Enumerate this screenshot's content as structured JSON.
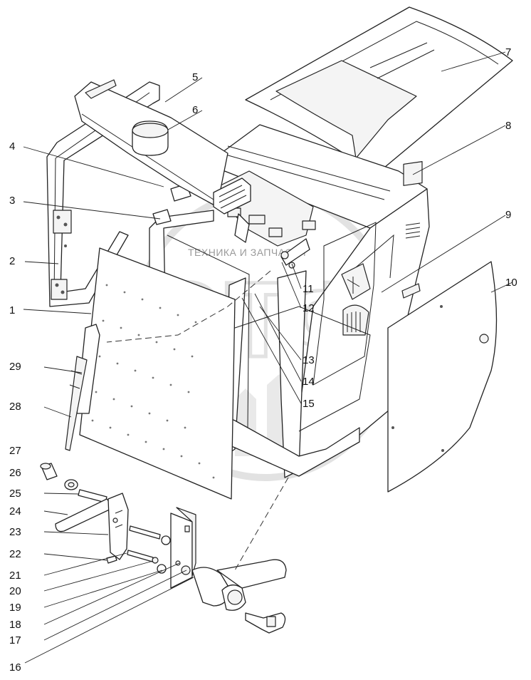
{
  "watermark": {
    "text": "ТЕХНИКА И ЗАПЧАСТИ",
    "logo_letters": "ЭТФ"
  },
  "callouts": [
    {
      "label": "1"
    },
    {
      "label": "2"
    },
    {
      "label": "3"
    },
    {
      "label": "4"
    },
    {
      "label": "5"
    },
    {
      "label": "6"
    },
    {
      "label": "7"
    },
    {
      "label": "8"
    },
    {
      "label": "9"
    },
    {
      "label": "10"
    },
    {
      "label": "11"
    },
    {
      "label": "12"
    },
    {
      "label": "13"
    },
    {
      "label": "14"
    },
    {
      "label": "15"
    },
    {
      "label": "16"
    },
    {
      "label": "17"
    },
    {
      "label": "18"
    },
    {
      "label": "19"
    },
    {
      "label": "20"
    },
    {
      "label": "21"
    },
    {
      "label": "22"
    },
    {
      "label": "23"
    },
    {
      "label": "24"
    },
    {
      "label": "25"
    },
    {
      "label": "26"
    },
    {
      "label": "27"
    },
    {
      "label": "28"
    },
    {
      "label": "29"
    }
  ]
}
